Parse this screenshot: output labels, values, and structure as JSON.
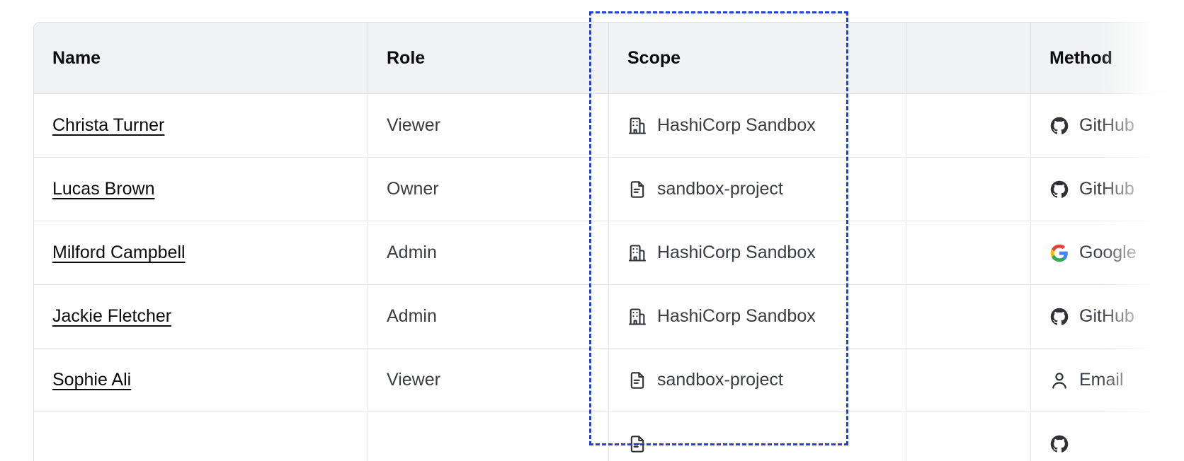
{
  "table": {
    "columns": [
      {
        "label": "Name",
        "key": "name"
      },
      {
        "label": "Role",
        "key": "role"
      },
      {
        "label": "Scope",
        "key": "scope"
      },
      {
        "label": "",
        "key": "blank"
      },
      {
        "label": "Method",
        "key": "method"
      }
    ],
    "rows": [
      {
        "name": "Christa Turner",
        "role": "Viewer",
        "scope": "HashiCorp Sandbox",
        "scope_icon": "building-icon",
        "blank": "",
        "method": "GitHub",
        "method_icon": "github-icon"
      },
      {
        "name": "Lucas Brown",
        "role": "Owner",
        "scope": "sandbox-project",
        "scope_icon": "document-icon",
        "blank": "",
        "method": "GitHub",
        "method_icon": "github-icon"
      },
      {
        "name": "Milford Campbell",
        "role": "Admin",
        "scope": "HashiCorp Sandbox",
        "scope_icon": "building-icon",
        "blank": "",
        "method": "Google",
        "method_icon": "google-icon"
      },
      {
        "name": "Jackie Fletcher",
        "role": "Admin",
        "scope": "HashiCorp Sandbox",
        "scope_icon": "building-icon",
        "blank": "",
        "method": "GitHub",
        "method_icon": "github-icon"
      },
      {
        "name": "Sophie Ali",
        "role": "Viewer",
        "scope": "sandbox-project",
        "scope_icon": "document-icon",
        "blank": "",
        "method": "Email",
        "method_icon": "user-icon"
      },
      {
        "name": "",
        "role": "",
        "scope": "",
        "scope_icon": "document-icon",
        "blank": "",
        "method": "",
        "method_icon": "github-icon"
      }
    ]
  },
  "focus": {
    "target_column": "Scope",
    "border_color": "#1b44d6",
    "style": "dashed"
  },
  "colors": {
    "header_bg": "#f1f2f3",
    "header_text": "#0c0c0e",
    "body_text": "#3b3d45",
    "link_text": "#0c0c0e",
    "border": "#dcdfe3",
    "row_border": "#e4e6e9",
    "page_bg": "#ffffff"
  }
}
